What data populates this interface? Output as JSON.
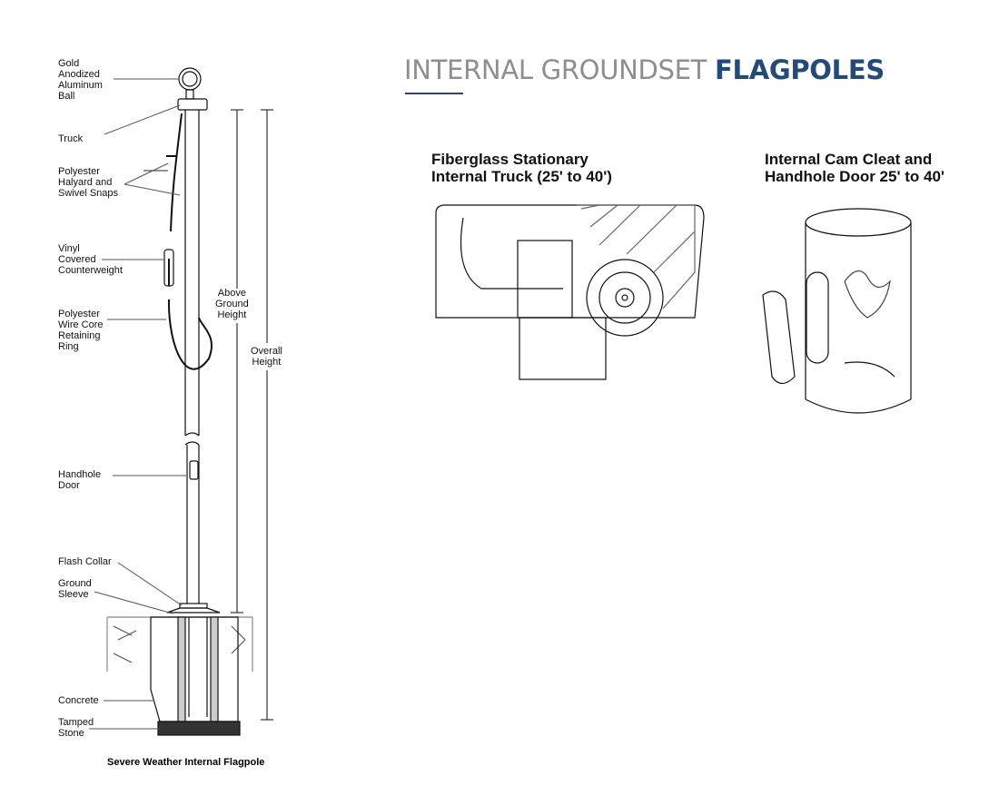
{
  "header": {
    "title_light": "INTERNAL GROUNDSET",
    "title_bold": "FLAGPOLES",
    "accent_color": "#244b78"
  },
  "pole_diagram": {
    "caption": "Severe Weather Internal Flagpole",
    "labels": {
      "ball": "Gold\nAnodized\nAluminum\nBall",
      "truck": "Truck",
      "halyard": "Polyester\nHalyard and\nSwivel Snaps",
      "counterweight": "Vinyl\nCovered\nCounterweight",
      "ring": "Polyester\nWire Core\nRetaining\nRing",
      "above_ground": "Above\nGround\nHeight",
      "overall": "Overall\nHeight",
      "handhole": "Handhole\nDoor",
      "flash_collar": "Flash Collar",
      "ground_sleeve": "Ground\nSleeve",
      "concrete": "Concrete",
      "tamped_stone": "Tamped\nStone"
    }
  },
  "detail_1": {
    "title": "Fiberglass Stationary\nInternal Truck (25' to 40')"
  },
  "detail_2": {
    "title": "Internal Cam Cleat and\nHandhole Door 25' to 40'"
  }
}
